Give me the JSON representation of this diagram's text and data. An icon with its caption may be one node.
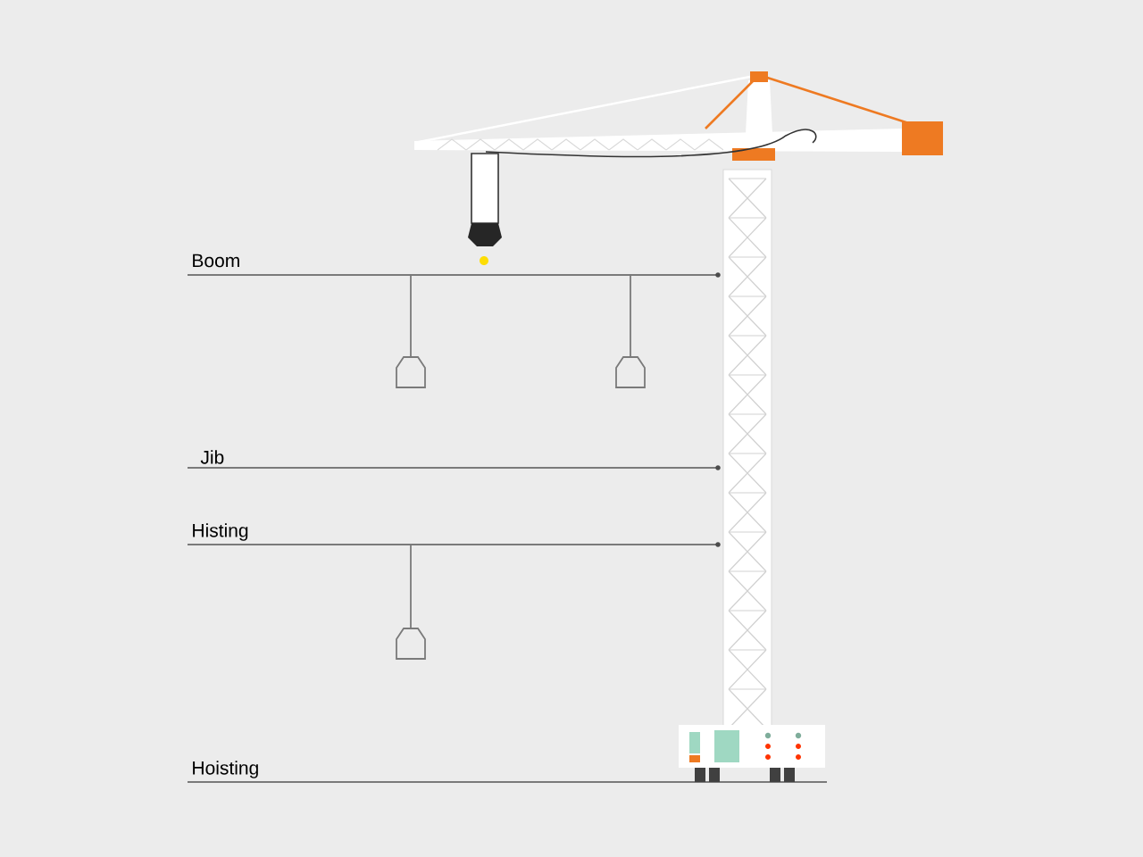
{
  "diagram": {
    "labels": [
      "Boom",
      "Jib",
      "Histing",
      "Hoisting"
    ]
  }
}
